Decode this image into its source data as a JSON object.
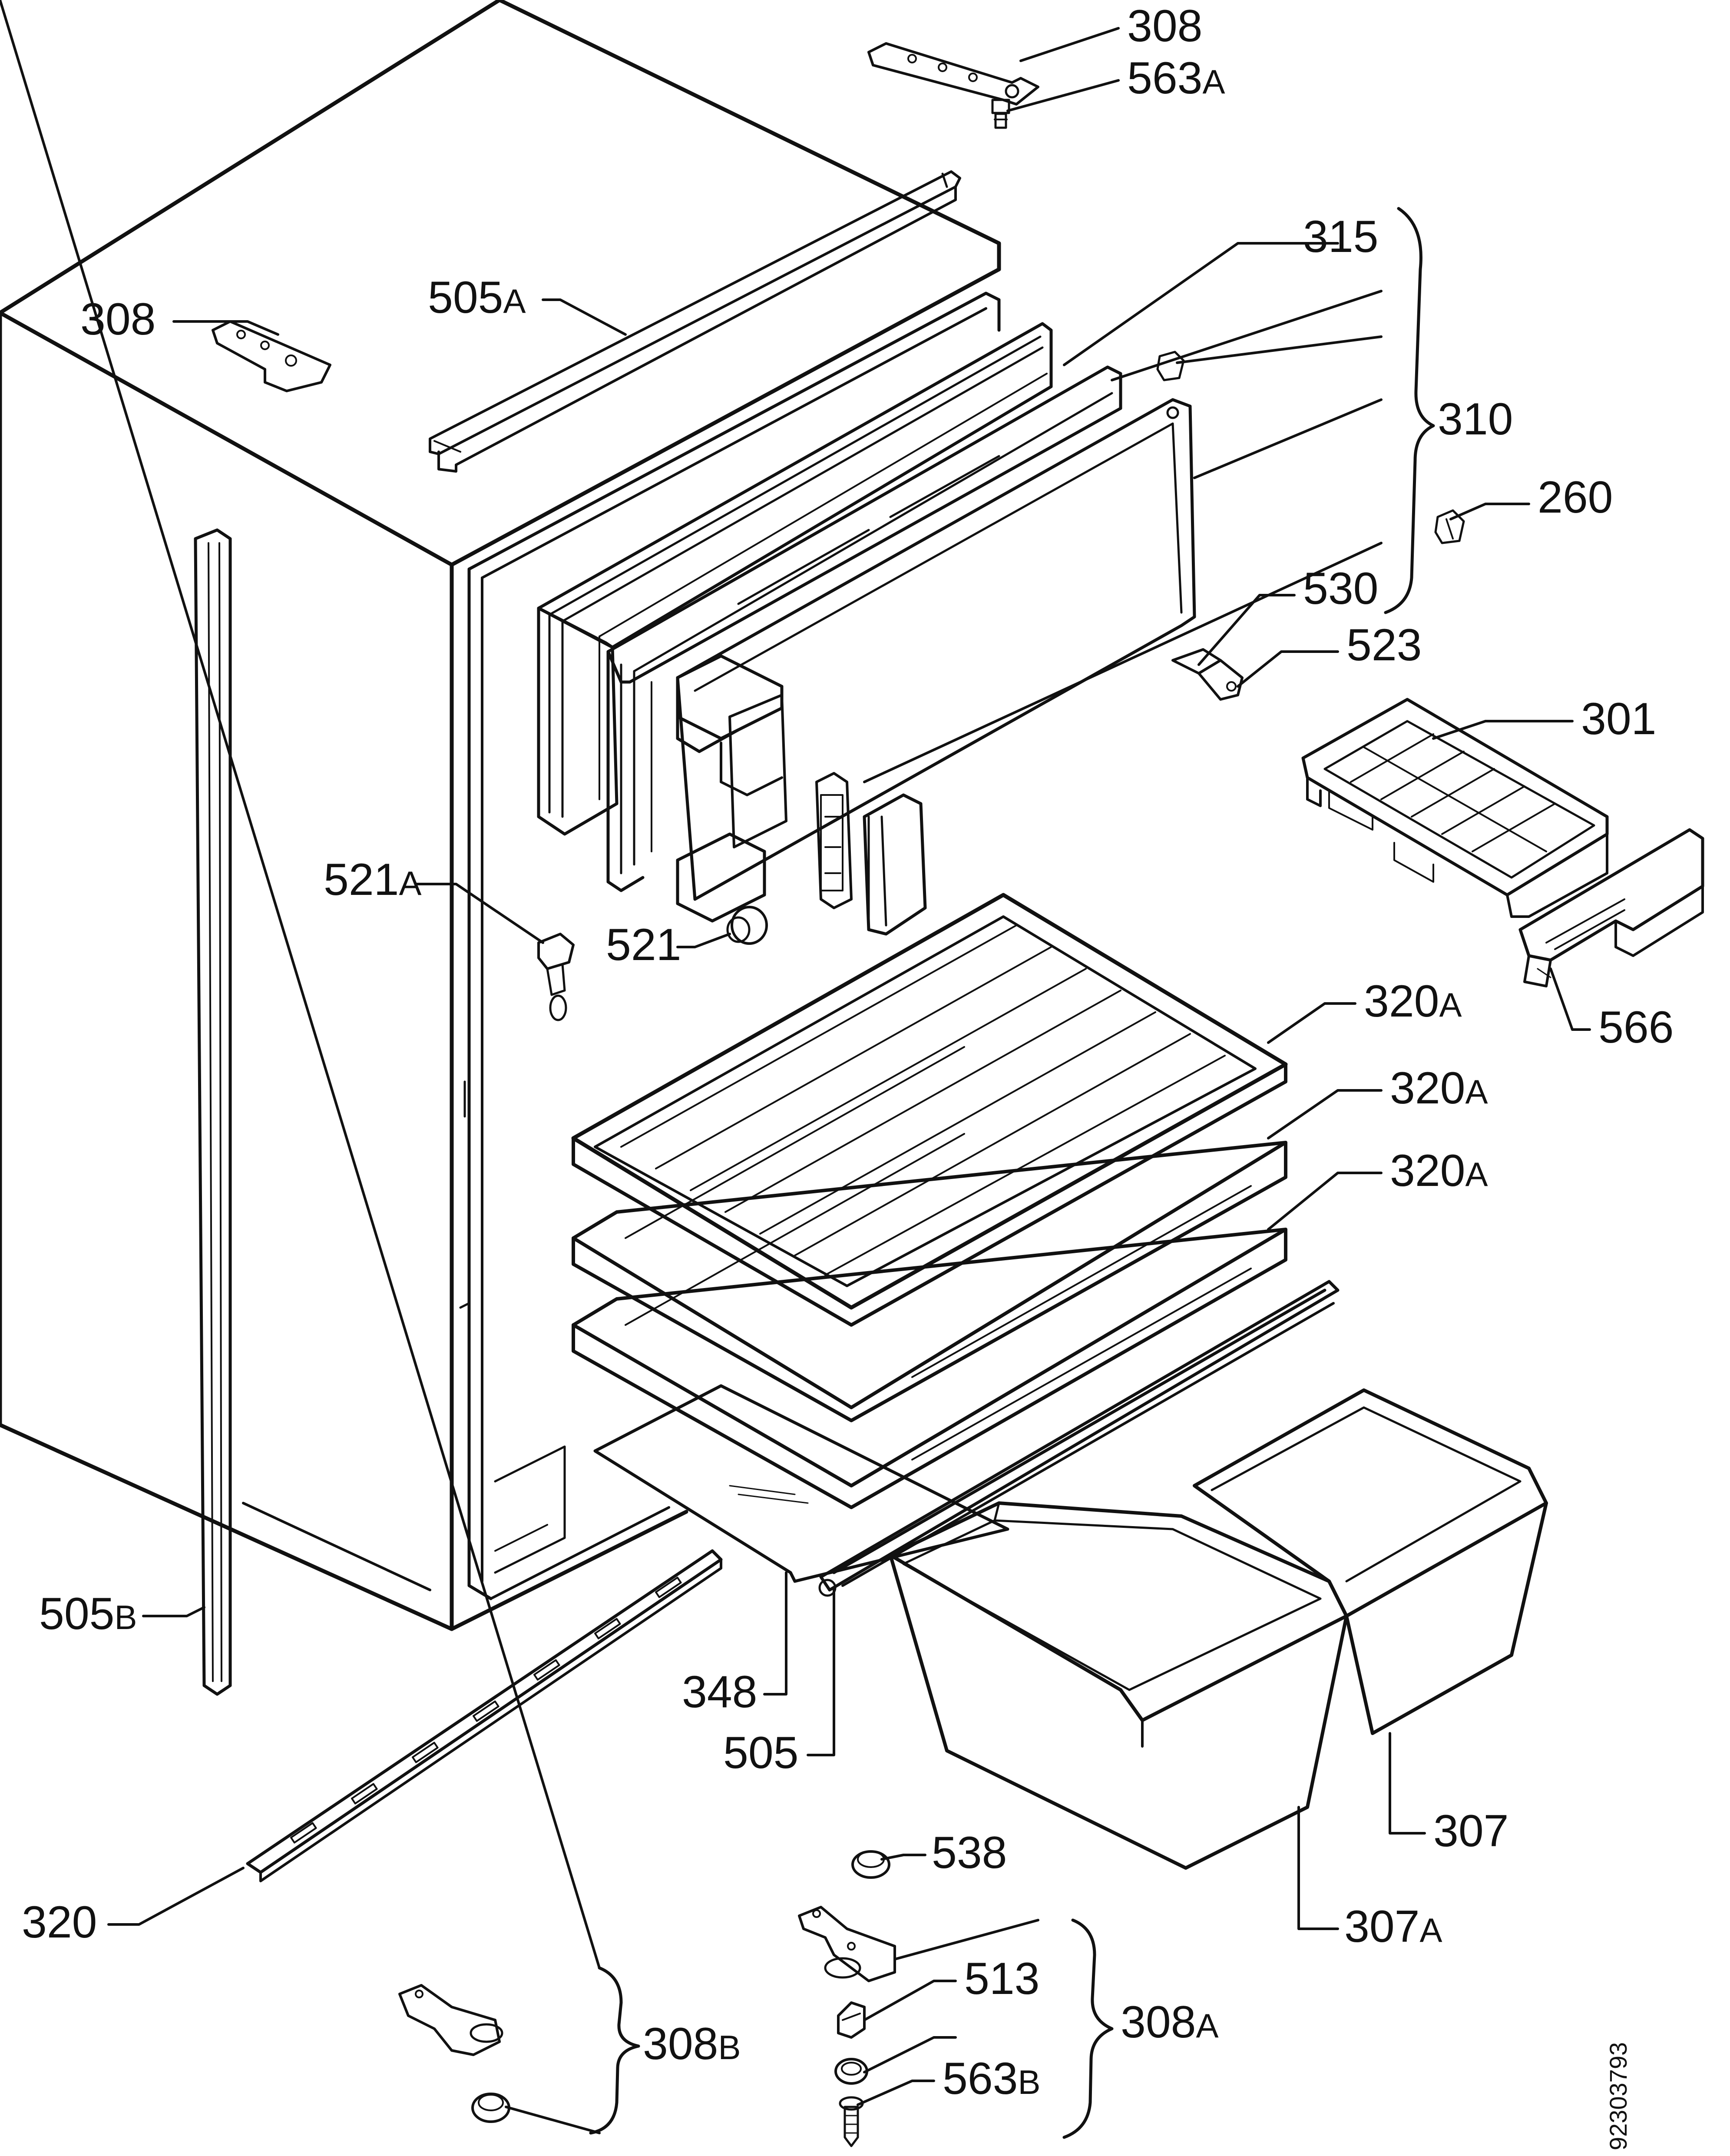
{
  "diagram": {
    "document_id": "92303793",
    "callouts": [
      {
        "id": "c308-top",
        "number": "308",
        "suffix": ""
      },
      {
        "id": "c563a",
        "number": "563",
        "suffix": "A"
      },
      {
        "id": "c308-left",
        "number": "308",
        "suffix": ""
      },
      {
        "id": "c505a",
        "number": "505",
        "suffix": "A"
      },
      {
        "id": "c315",
        "number": "315",
        "suffix": ""
      },
      {
        "id": "c310",
        "number": "310",
        "suffix": ""
      },
      {
        "id": "c260",
        "number": "260",
        "suffix": ""
      },
      {
        "id": "c530",
        "number": "530",
        "suffix": ""
      },
      {
        "id": "c523",
        "number": "523",
        "suffix": ""
      },
      {
        "id": "c301",
        "number": "301",
        "suffix": ""
      },
      {
        "id": "c521a",
        "number": "521",
        "suffix": "A"
      },
      {
        "id": "c521",
        "number": "521",
        "suffix": ""
      },
      {
        "id": "c566",
        "number": "566",
        "suffix": ""
      },
      {
        "id": "c320a-1",
        "number": "320",
        "suffix": "A"
      },
      {
        "id": "c320a-2",
        "number": "320",
        "suffix": "A"
      },
      {
        "id": "c320a-3",
        "number": "320",
        "suffix": "A"
      },
      {
        "id": "c505b",
        "number": "505",
        "suffix": "B"
      },
      {
        "id": "c348",
        "number": "348",
        "suffix": ""
      },
      {
        "id": "c505",
        "number": "505",
        "suffix": ""
      },
      {
        "id": "c307",
        "number": "307",
        "suffix": ""
      },
      {
        "id": "c320",
        "number": "320",
        "suffix": ""
      },
      {
        "id": "c538",
        "number": "538",
        "suffix": ""
      },
      {
        "id": "c307a",
        "number": "307",
        "suffix": "A"
      },
      {
        "id": "c513",
        "number": "513",
        "suffix": ""
      },
      {
        "id": "c308a",
        "number": "308",
        "suffix": "A"
      },
      {
        "id": "c308b",
        "number": "308",
        "suffix": "B"
      },
      {
        "id": "c563b",
        "number": "563",
        "suffix": "B"
      }
    ]
  }
}
